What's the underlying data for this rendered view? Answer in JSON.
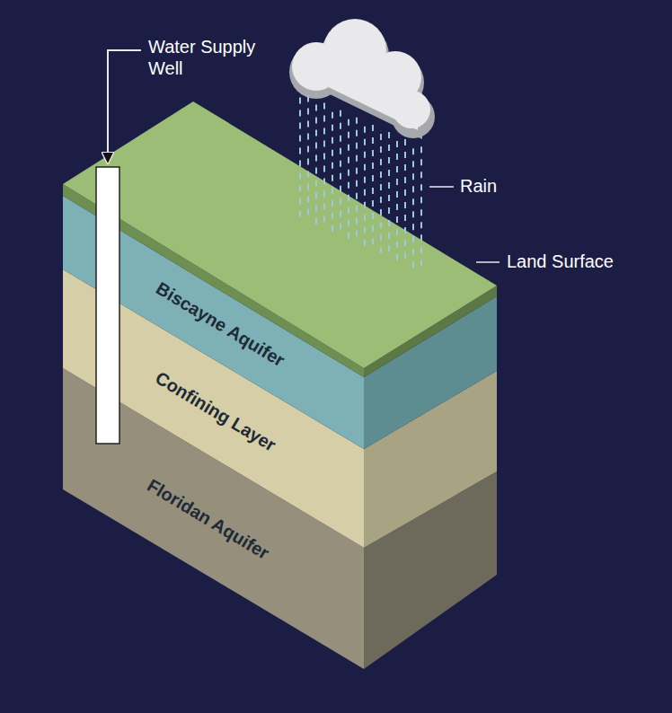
{
  "diagram": {
    "nodes": [
      {
        "text": [
          "Biscayne Aquifer"
        ]
      },
      {
        "text": [
          "Confining Layer"
        ]
      },
      {
        "text": [
          "Floridan Aquifer"
        ]
      }
    ],
    "edges": [],
    "labels": [
      "Water Supply Well",
      "Rain",
      "Land Surface"
    ]
  }
}
